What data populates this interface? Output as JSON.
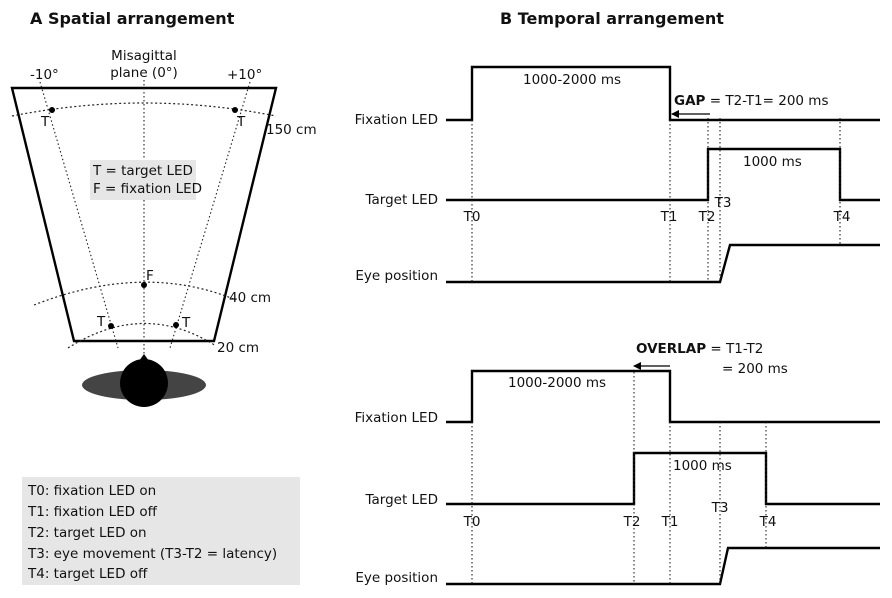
{
  "panel_a": {
    "title": "A  Spatial arrangement",
    "plane_label_1": "Misagittal",
    "plane_label_2": "plane (0°)",
    "left_angle": "-10°",
    "right_angle": "+10°",
    "dist_150": "150 cm",
    "dist_40": "40 cm",
    "dist_20": "20 cm",
    "legend_t": "T = target LED",
    "legend_f": "F = fixation LED",
    "mark_t": "T",
    "mark_f": "F",
    "timeline_key": [
      "T0: fixation LED on",
      "T1: fixation LED off",
      "T2: target LED on",
      "T3: eye movement (T3-T2 = latency)",
      "T4: target LED off"
    ]
  },
  "panel_b": {
    "title": "B  Temporal arrangement",
    "gap": {
      "fixation_label": "Fixation LED",
      "target_label": "Target LED",
      "eye_label": "Eye position",
      "fix_duration": "1000-2000 ms",
      "target_duration": "1000 ms",
      "bold_term": "GAP",
      "formula": " = T2-T1= 200 ms",
      "ticks": [
        "T0",
        "T1",
        "T2",
        "T3",
        "T4"
      ]
    },
    "overlap": {
      "fixation_label": "Fixation LED",
      "target_label": "Target LED",
      "eye_label": "Eye position",
      "fix_duration": "1000-2000 ms",
      "target_duration": "1000 ms",
      "bold_term": "OVERLAP",
      "formula": " = T1-T2",
      "formula_2": "= 200 ms",
      "ticks": [
        "T0",
        "T2",
        "T1",
        "T3",
        "T4"
      ]
    }
  },
  "colors": {
    "line": "#000000",
    "legend_bg": "#e6e6e6",
    "head": "#000000",
    "shoulders": "#444444"
  }
}
